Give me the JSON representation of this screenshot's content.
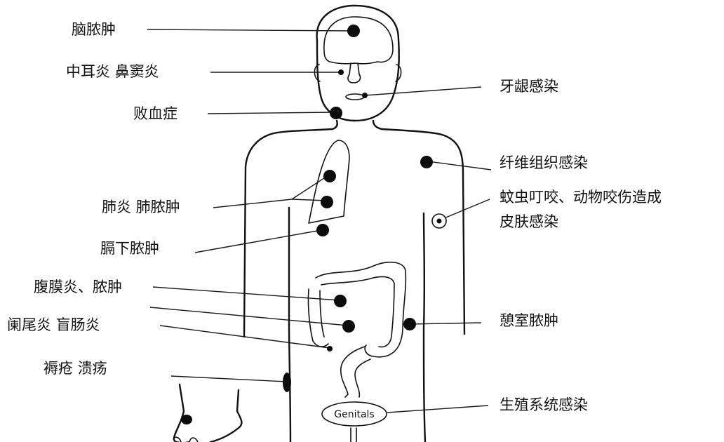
{
  "labels": {
    "brain_abscess": "脑脓肿",
    "otitis_sinusitis": "中耳炎 鼻窦炎",
    "sepsis": "败血症",
    "pneumonia_lung_abscess": "肺炎 肺脓肿",
    "subphrenic_abscess": "膈下脓肿",
    "peritonitis_abscess": "腹膜炎、脓肿",
    "appendicitis_typhlitis": "阑尾炎 盲肠炎",
    "bedsore_ulcer": "褥疮 溃疡",
    "gum_infection": "牙龈感染",
    "fibrous_tissue_infection": "纤维组织感染",
    "bite_infection_line1": "蚊虫叮咬、动物咬伤造成",
    "bite_infection_line2": "皮肤感染",
    "diverticular_abscess": "憩室脓肿",
    "urogenital_infection": "生殖系统感染"
  },
  "genitals_label": "Genitals"
}
